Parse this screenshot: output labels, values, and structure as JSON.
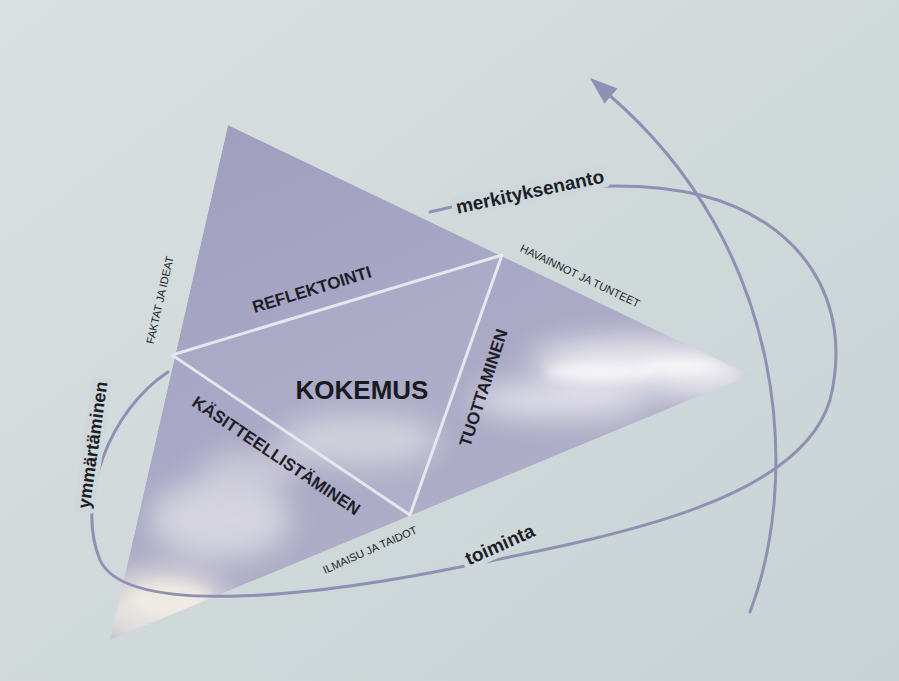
{
  "diagram": {
    "nodes": [
      {
        "text": [
          "KOKEMUS"
        ]
      }
    ],
    "labels": [
      "merkityksenanto",
      "HAVAINNOT JA TUNTEET",
      "FAKTAT JA IDEAT",
      "REFLEKTOINTI",
      "TUOTTAMINEN",
      "KÄSITTEELLISTÄMINEN",
      "ymmärtäminen",
      "ILMAISU JA TAIDOT",
      "toiminta"
    ]
  }
}
